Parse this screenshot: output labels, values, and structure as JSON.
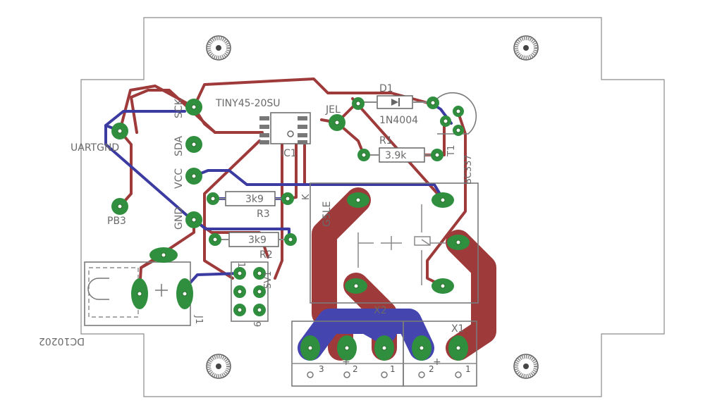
{
  "board": {
    "labels": {
      "ic1_value": "TINY45-20SU",
      "ic1_name": "IC1",
      "d1_name": "D1",
      "d1_value": "1N4004",
      "r1_name": "R1",
      "r1_value": "3.9k",
      "r2_name": "R2",
      "r2_value": "3k9",
      "r3_name": "R3",
      "r3_value": "3k9",
      "jel": "JEL",
      "uartgnd": "UARTGND",
      "pb3": "PB3",
      "sck": "SCK",
      "sda": "SDA",
      "vcc": "VCC",
      "gnd": "GND",
      "relay": "G5LE",
      "bc337": "BC337",
      "t1": "T1",
      "x1": "X1",
      "x2": "X2",
      "sv1": "SV1",
      "dc_jack": "DC10202",
      "j1": "J1",
      "hdr_pin1": "1",
      "hdr_pin9": "9",
      "r_k": "K",
      "x2_pin3": "3",
      "x2_pin2": "2",
      "x2_pin1": "1",
      "x1_pin2": "2",
      "x1_pin1": "1",
      "plus": "+"
    }
  }
}
